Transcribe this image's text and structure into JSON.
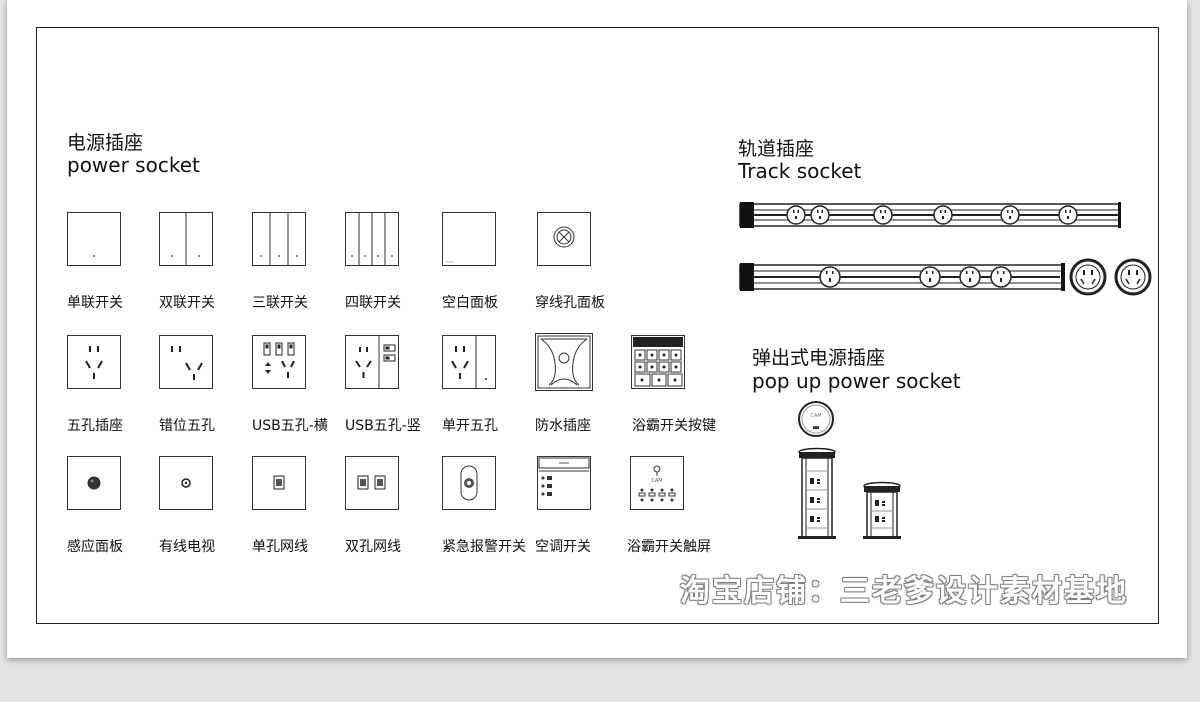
{
  "power": {
    "title_cn": "电源插座",
    "title_en": "power socket"
  },
  "track": {
    "title_cn": "轨道插座",
    "title_en": "Track socket"
  },
  "popup": {
    "title_cn": "弹出式电源插座",
    "title_en": "pop up power socket"
  },
  "row1": [
    "单联开关",
    "双联开关",
    "三联开关",
    "四联开关",
    "空白面板",
    "穿线孔面板"
  ],
  "row2": [
    "五孔插座",
    "错位五孔",
    "USB五孔-横",
    "USB五孔-竖",
    "单开五孔",
    "防水插座",
    "浴霸开关按键"
  ],
  "row3": [
    "感应面板",
    "有线电视",
    "单孔网线",
    "双孔网线",
    "紧急报警开关",
    "空调开关",
    "浴霸开关触屏"
  ],
  "watermark": "淘宝店铺：三老爹设计素材基地",
  "popup_cap_label": "CAM",
  "touch_label": "CAM"
}
